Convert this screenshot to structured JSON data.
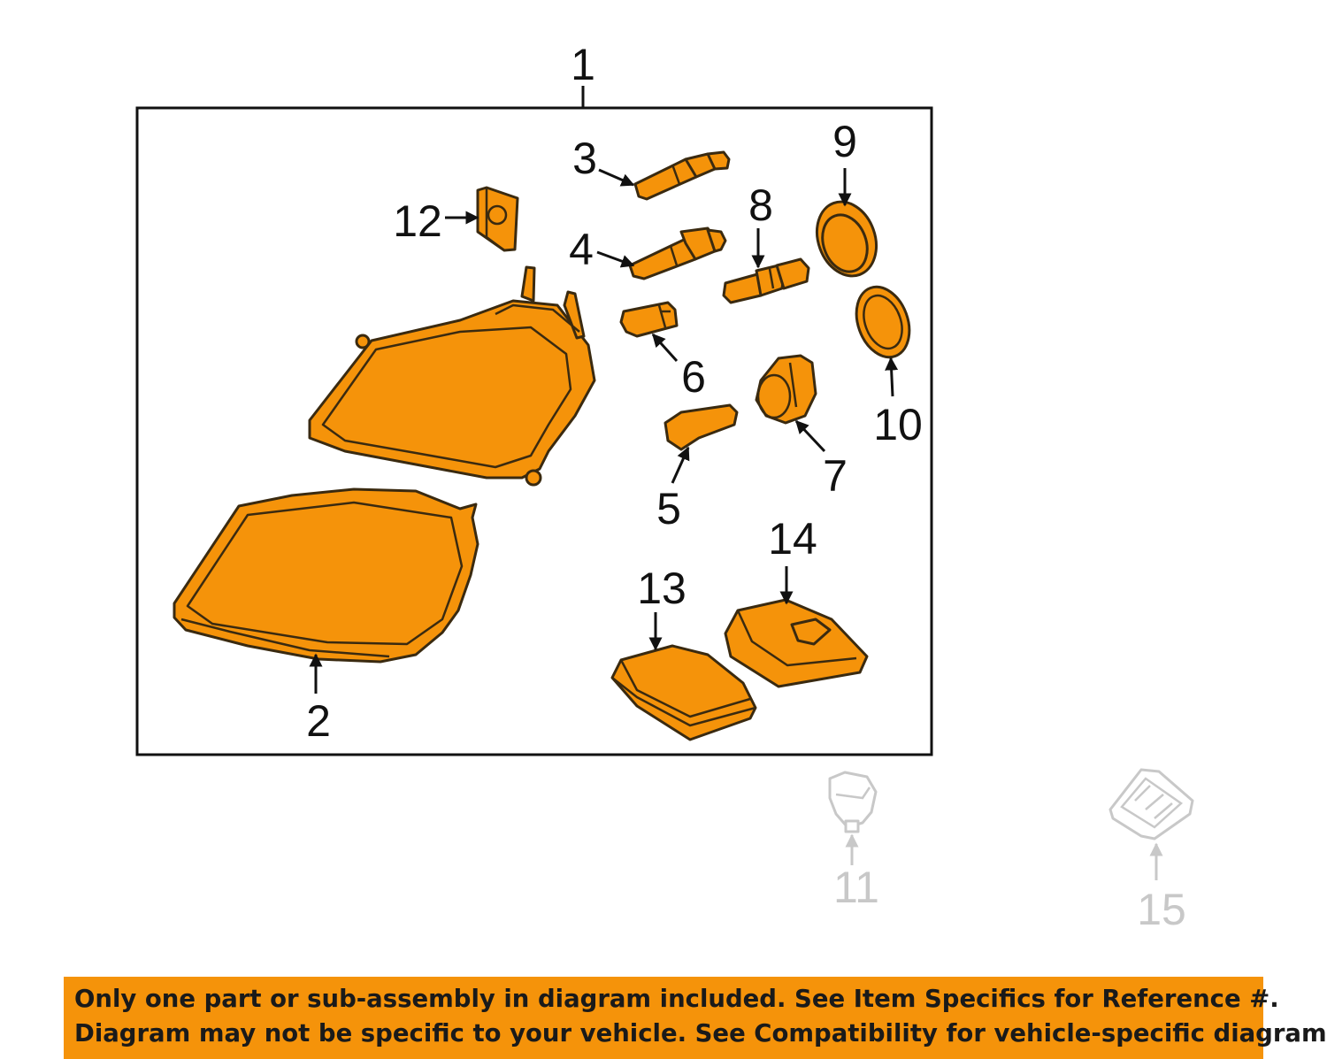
{
  "assembly_label": "1",
  "callouts": {
    "c2": "2",
    "c3": "3",
    "c4": "4",
    "c5": "5",
    "c6": "6",
    "c7": "7",
    "c8": "8",
    "c9": "9",
    "c10": "10",
    "c11": "11",
    "c12": "12",
    "c13": "13",
    "c14": "14",
    "c15": "15"
  },
  "disclaimer": {
    "line1": "Only one part or sub-assembly in diagram included. See Item Specifics for Reference #.",
    "line2": "Diagram may not be specific to your vehicle. See Compatibility for vehicle-specific diagrams."
  },
  "colors": {
    "part_fill": "#f5930a",
    "banner": "#f5930a",
    "outline": "#3a2a10",
    "excluded_parts": "#c8c8c8"
  }
}
